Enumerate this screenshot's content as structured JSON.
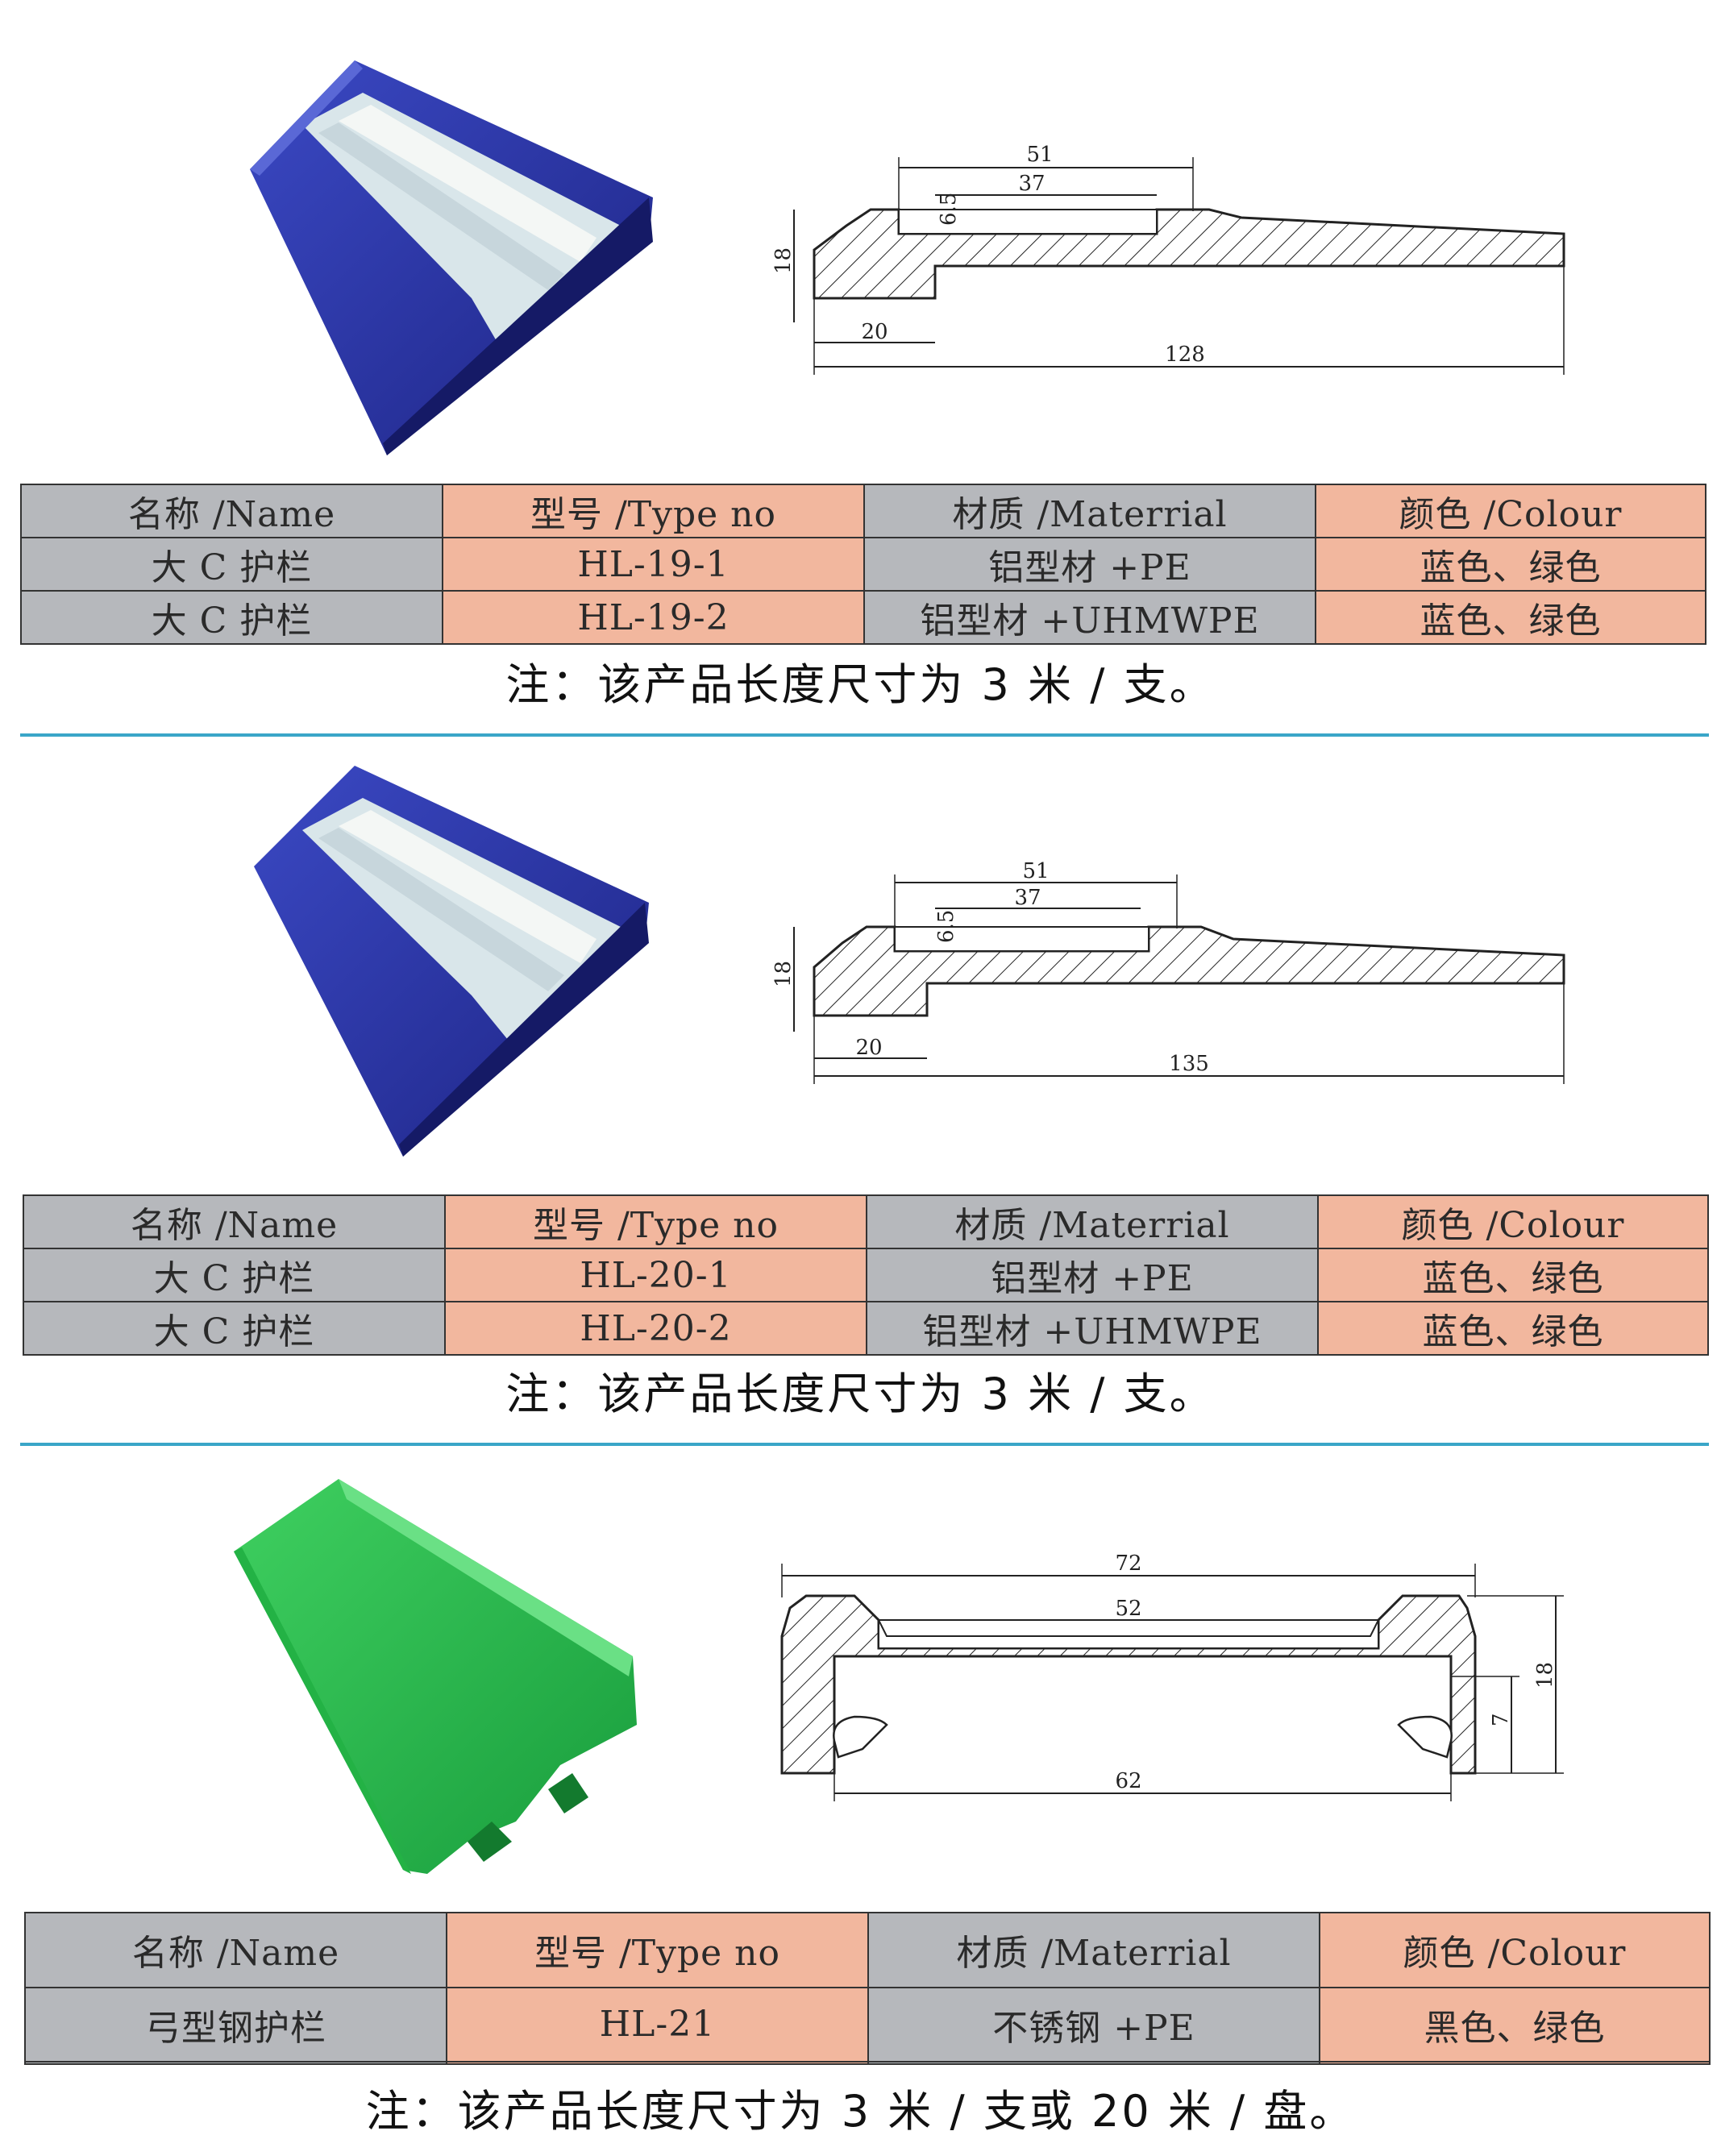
{
  "headers": {
    "name": "名称 /Name",
    "type": "型号 /Type no",
    "material": "材质 /Materrial",
    "colour": "颜色 /Colour"
  },
  "sections": [
    {
      "rows": [
        {
          "name": "大 C 护栏",
          "type": "HL-19-1",
          "material": "铝型材 +PE",
          "colour": "蓝色、绿色"
        },
        {
          "name": "大 C 护栏",
          "type": "HL-19-2",
          "material": "铝型材 +UHMWPE",
          "colour": "蓝色、绿色"
        }
      ],
      "note": "注：该产品长度尺寸为 3 米 / 支。",
      "drawing": {
        "top_width": "51",
        "inner_width": "37",
        "lip": "6.5",
        "height": "18",
        "base": "20",
        "length": "128"
      },
      "product_color": "#2f3aa6"
    },
    {
      "rows": [
        {
          "name": "大 C 护栏",
          "type": "HL-20-1",
          "material": "铝型材 +PE",
          "colour": "蓝色、绿色"
        },
        {
          "name": "大 C 护栏",
          "type": "HL-20-2",
          "material": "铝型材 +UHMWPE",
          "colour": "蓝色、绿色"
        }
      ],
      "note": "注：该产品长度尺寸为 3 米 / 支。",
      "drawing": {
        "top_width": "51",
        "inner_width": "37",
        "lip": "6.5",
        "height": "18",
        "base": "20",
        "length": "135"
      },
      "product_color": "#2f3aa6"
    },
    {
      "rows": [
        {
          "name": "弓型钢护栏",
          "type": "HL-21",
          "material": "不锈钢 +PE",
          "colour": "黑色、绿色"
        },
        {
          "name": "",
          "type": "",
          "material": "",
          "colour": ""
        }
      ],
      "note": "注：该产品长度尺寸为 3 米 / 支或 20 米 / 盘。",
      "drawing": {
        "outer_width": "72",
        "top_inner": "52",
        "bottom_inner": "62",
        "hook": "7",
        "height": "18"
      },
      "product_color": "#1fb04a"
    }
  ],
  "colors": {
    "header_gray": "#b6b8bc",
    "accent_pink": "#f2b79e",
    "divider": "#3aa6c8"
  }
}
